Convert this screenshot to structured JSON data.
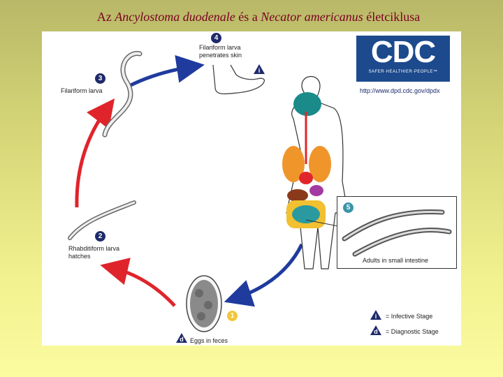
{
  "title": {
    "genus1": "Az ",
    "species1": "Ancylostoma duodenale",
    "mid": " és a ",
    "species2": "Necator americanus",
    "tail": " életciklusa"
  },
  "stages": {
    "s1": {
      "num": "1"
    },
    "s2": {
      "num": "2",
      "label": "Rhabditiform larva\nhatches"
    },
    "s3": {
      "num": "3",
      "label": "Filariform larva"
    },
    "s4": {
      "num": "4",
      "label": "Filariform larva\npenetrates skin"
    },
    "s5": {
      "num": "5",
      "label": "Adults in small intestine"
    }
  },
  "eggs": {
    "label": "Eggs in feces",
    "badge": "d"
  },
  "infective_badge": "i",
  "logo": {
    "text": "CDC",
    "tagline": "SAFER·HEALTHIER·PEOPLE™",
    "url": "http://www.dpd.cdc.gov/dpdx"
  },
  "legend": {
    "infective": "= Infective Stage",
    "diagnostic": "= Diagnostic Stage",
    "i": "i",
    "d": "d"
  },
  "colors": {
    "navy": "#1e2a6a",
    "red": "#e0242b",
    "blue": "#1f3b9e",
    "title": "#7a0022"
  }
}
